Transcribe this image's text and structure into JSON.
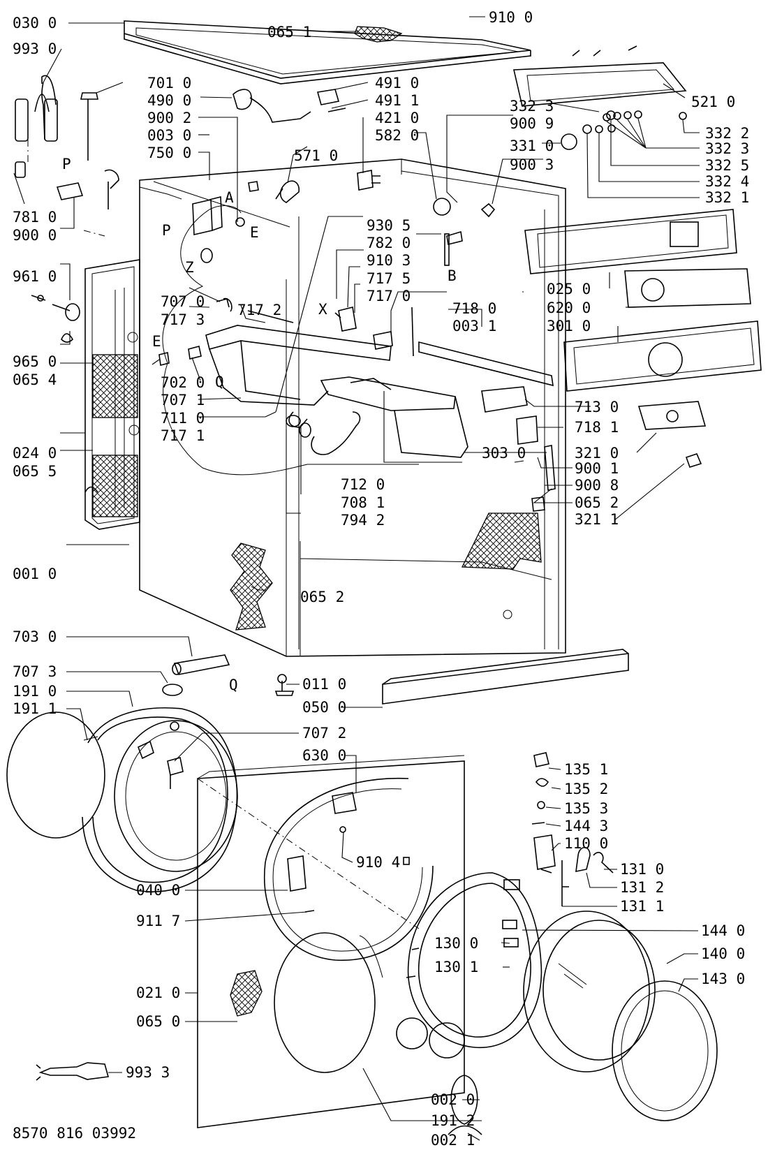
{
  "document_code": "8570 816 03992",
  "callouts": [
    {
      "id": "c0300",
      "label": "030 0"
    },
    {
      "id": "c9930",
      "label": "993 0"
    },
    {
      "id": "c7010",
      "label": "701 0"
    },
    {
      "id": "c4900",
      "label": "490 0"
    },
    {
      "id": "c9002",
      "label": "900 2"
    },
    {
      "id": "c0030",
      "label": "003 0"
    },
    {
      "id": "c7500",
      "label": "750 0"
    },
    {
      "id": "c7810",
      "label": "781 0"
    },
    {
      "id": "c9000",
      "label": "900 0"
    },
    {
      "id": "c9610",
      "label": "961 0"
    },
    {
      "id": "c7070",
      "label": "707 0"
    },
    {
      "id": "c7173",
      "label": "717 3"
    },
    {
      "id": "c7172",
      "label": "717 2"
    },
    {
      "id": "c9650",
      "label": "965 0"
    },
    {
      "id": "c0654",
      "label": "065 4"
    },
    {
      "id": "c7020",
      "label": "702 0"
    },
    {
      "id": "c7071",
      "label": "707 1"
    },
    {
      "id": "c7110",
      "label": "711 0"
    },
    {
      "id": "c7171",
      "label": "717 1"
    },
    {
      "id": "c0240",
      "label": "024 0"
    },
    {
      "id": "c0655",
      "label": "065 5"
    },
    {
      "id": "c0010",
      "label": "001 0"
    },
    {
      "id": "c0651",
      "label": "065 1"
    },
    {
      "id": "c9100",
      "label": "910 0"
    },
    {
      "id": "c4910",
      "label": "491 0"
    },
    {
      "id": "c4911",
      "label": "491 1"
    },
    {
      "id": "c4210",
      "label": "421 0"
    },
    {
      "id": "c5820",
      "label": "582 0"
    },
    {
      "id": "c5710",
      "label": "571 0"
    },
    {
      "id": "c9305",
      "label": "930 5"
    },
    {
      "id": "c7820",
      "label": "782 0"
    },
    {
      "id": "c9103",
      "label": "910 3"
    },
    {
      "id": "c7175",
      "label": "717 5"
    },
    {
      "id": "c7170",
      "label": "717 0"
    },
    {
      "id": "c7180",
      "label": "718 0"
    },
    {
      "id": "c0031",
      "label": "003 1"
    },
    {
      "id": "c7120",
      "label": "712 0"
    },
    {
      "id": "c7081",
      "label": "708 1"
    },
    {
      "id": "c7942",
      "label": "794 2"
    },
    {
      "id": "c0652a",
      "label": "065 2"
    },
    {
      "id": "c5210",
      "label": "521 0"
    },
    {
      "id": "c3323",
      "label": "332 3"
    },
    {
      "id": "c9009",
      "label": "900 9"
    },
    {
      "id": "c3310",
      "label": "331 0"
    },
    {
      "id": "c9003",
      "label": "900 3"
    },
    {
      "id": "c3322",
      "label": "332 2"
    },
    {
      "id": "c3323b",
      "label": "332 3"
    },
    {
      "id": "c3325",
      "label": "332 5"
    },
    {
      "id": "c3324",
      "label": "332 4"
    },
    {
      "id": "c3321",
      "label": "332 1"
    },
    {
      "id": "c0250",
      "label": "025 0"
    },
    {
      "id": "c6200",
      "label": "620 0"
    },
    {
      "id": "c3010",
      "label": "301 0"
    },
    {
      "id": "c7130",
      "label": "713 0"
    },
    {
      "id": "c7181",
      "label": "718 1"
    },
    {
      "id": "c3030",
      "label": "303 0"
    },
    {
      "id": "c3210",
      "label": "321 0"
    },
    {
      "id": "c9001",
      "label": "900 1"
    },
    {
      "id": "c9008",
      "label": "900 8"
    },
    {
      "id": "c0652b",
      "label": "065 2"
    },
    {
      "id": "c3211",
      "label": "321 1"
    },
    {
      "id": "c7030",
      "label": "703 0"
    },
    {
      "id": "c7073",
      "label": "707 3"
    },
    {
      "id": "c1910",
      "label": "191 0"
    },
    {
      "id": "c1911",
      "label": "191 1"
    },
    {
      "id": "c0110",
      "label": "011 0"
    },
    {
      "id": "c0500",
      "label": "050 0"
    },
    {
      "id": "c7072",
      "label": "707 2"
    },
    {
      "id": "c6300",
      "label": "630 0"
    },
    {
      "id": "c9104",
      "label": "910 4"
    },
    {
      "id": "c0400",
      "label": "040 0"
    },
    {
      "id": "c9117",
      "label": "911 7"
    },
    {
      "id": "c0210",
      "label": "021 0"
    },
    {
      "id": "c0650",
      "label": "065 0"
    },
    {
      "id": "c9933",
      "label": "993 3"
    },
    {
      "id": "c1351",
      "label": "135 1"
    },
    {
      "id": "c1352",
      "label": "135 2"
    },
    {
      "id": "c1353",
      "label": "135 3"
    },
    {
      "id": "c1443",
      "label": "144 3"
    },
    {
      "id": "c1100",
      "label": "110 0"
    },
    {
      "id": "c1310",
      "label": "131 0"
    },
    {
      "id": "c1312",
      "label": "131 2"
    },
    {
      "id": "c1311",
      "label": "131 1"
    },
    {
      "id": "c1300",
      "label": "130 0"
    },
    {
      "id": "c1301",
      "label": "130 1"
    },
    {
      "id": "c1440",
      "label": "144 0"
    },
    {
      "id": "c1400",
      "label": "140 0"
    },
    {
      "id": "c1430",
      "label": "143 0"
    },
    {
      "id": "c0020",
      "label": "002 0"
    },
    {
      "id": "c1912",
      "label": "191 2"
    },
    {
      "id": "c0021",
      "label": "002 1"
    }
  ],
  "markers": [
    {
      "id": "mP1",
      "label": "P"
    },
    {
      "id": "mA",
      "label": "A"
    },
    {
      "id": "mP2",
      "label": "P"
    },
    {
      "id": "mE1",
      "label": "E"
    },
    {
      "id": "mZ",
      "label": "Z"
    },
    {
      "id": "mE2",
      "label": "E"
    },
    {
      "id": "mQ1",
      "label": "Q"
    },
    {
      "id": "mX",
      "label": "X"
    },
    {
      "id": "mB",
      "label": "B"
    },
    {
      "id": "mQ2",
      "label": "Q"
    }
  ]
}
